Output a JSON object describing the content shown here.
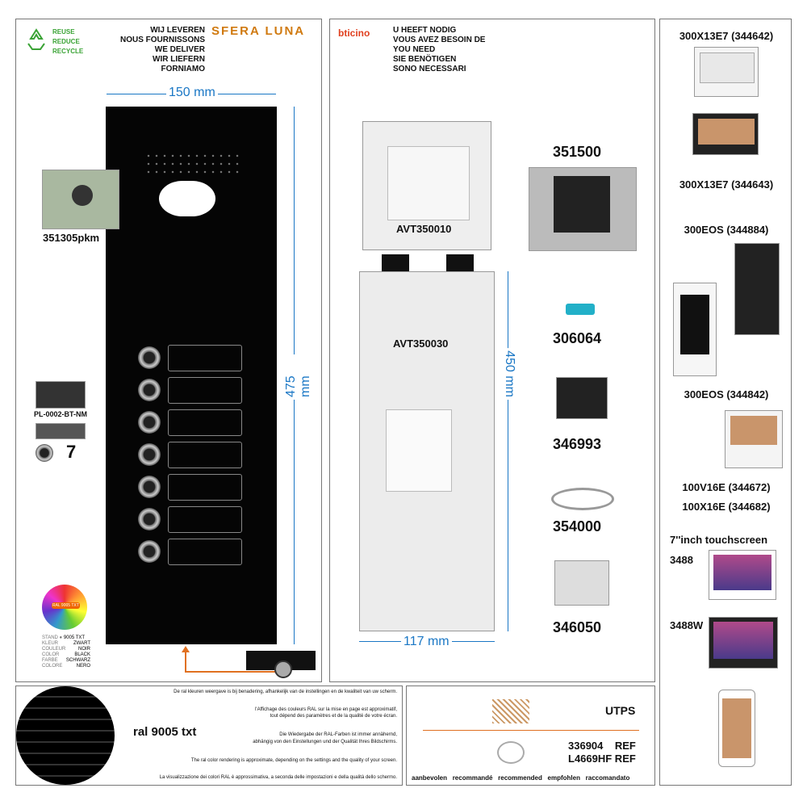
{
  "left_panel": {
    "recycle_lines": [
      "REUSE",
      "REDUCE",
      "RECYCLE"
    ],
    "deliver_lines": [
      "WIJ LEVEREN",
      "NOUS FOURNISSONS",
      "WE DELIVER",
      "WIR LIEFERN",
      "FORNIAMO"
    ],
    "brand": "SFERA LUNA",
    "width_dim": "150 mm",
    "height_dim": "475 mm",
    "module_code": "351305pkm",
    "pl_code": "PL-0002-BT-NM",
    "button_count": "7",
    "ral_badge": "RAL 9005 TXT",
    "stand": "STAND",
    "stand_value": "9005 TXT",
    "color_rows": [
      {
        "k": "KLEUR",
        "v": "ZWART"
      },
      {
        "k": "COULEUR",
        "v": "NOIR"
      },
      {
        "k": "COLOR",
        "v": "BLACK"
      },
      {
        "k": "FARBE",
        "v": "SCHWARZ"
      },
      {
        "k": "COLORE",
        "v": "NERO"
      }
    ]
  },
  "middle_panel": {
    "brand": "bticino",
    "need_lines": [
      "U HEEFT NODIG",
      "VOUS AVEZ BESOIN DE",
      "YOU NEED",
      "SIE BENÖTIGEN",
      "SONO NECESSARI"
    ],
    "box1_code": "AVT350010",
    "box2_code": "AVT350030",
    "height_dim": "450 mm",
    "width_dim": "117 mm",
    "parts": [
      "351500",
      "306064",
      "346993",
      "354000",
      "346050"
    ]
  },
  "right_panel": {
    "items": [
      "300X13E7 (344642)",
      "300X13E7 (344643)",
      "300EOS (344884)",
      "300EOS (344842)",
      "100V16E (344672)",
      "100X16E (344682)",
      "7''inch touchscreen",
      "3488",
      "3488W"
    ]
  },
  "bottom_left": {
    "ral_label": "ral 9005 txt",
    "notes": [
      "De ral kleuren weergave is bij benadering, afhankelijk van de instellingen en de kwaliteit van uw scherm.",
      "l'Affichage des couleurs RAL sur la mise en page est approximatif,",
      "tout dépend des paramètres et de la qualité de votre écran.",
      "Die Wiedergabe der RAL-Farben ist immer annähernd,",
      "abhängig von den Einstellungen und der Qualität Ihres Bildschirms.",
      "The ral color rendering is approximate, depending on the settings and the quality of your screen.",
      "La visualizzazione dei colori RAL è approssimativa, a seconda delle impostazioni e della qualità dello schermo."
    ]
  },
  "bottom_mid": {
    "utps": "UTPS",
    "ref1": "336904    REF",
    "ref2": "L4669HF REF",
    "recommend": [
      "aanbevolen",
      "recommandé",
      "recommended",
      "empfohlen",
      "raccomandato"
    ]
  },
  "colors": {
    "panel_black": "#050505",
    "dim_blue": "#1a77c5",
    "arrow_orange": "#e07020",
    "recycle_green": "#3aa335"
  }
}
